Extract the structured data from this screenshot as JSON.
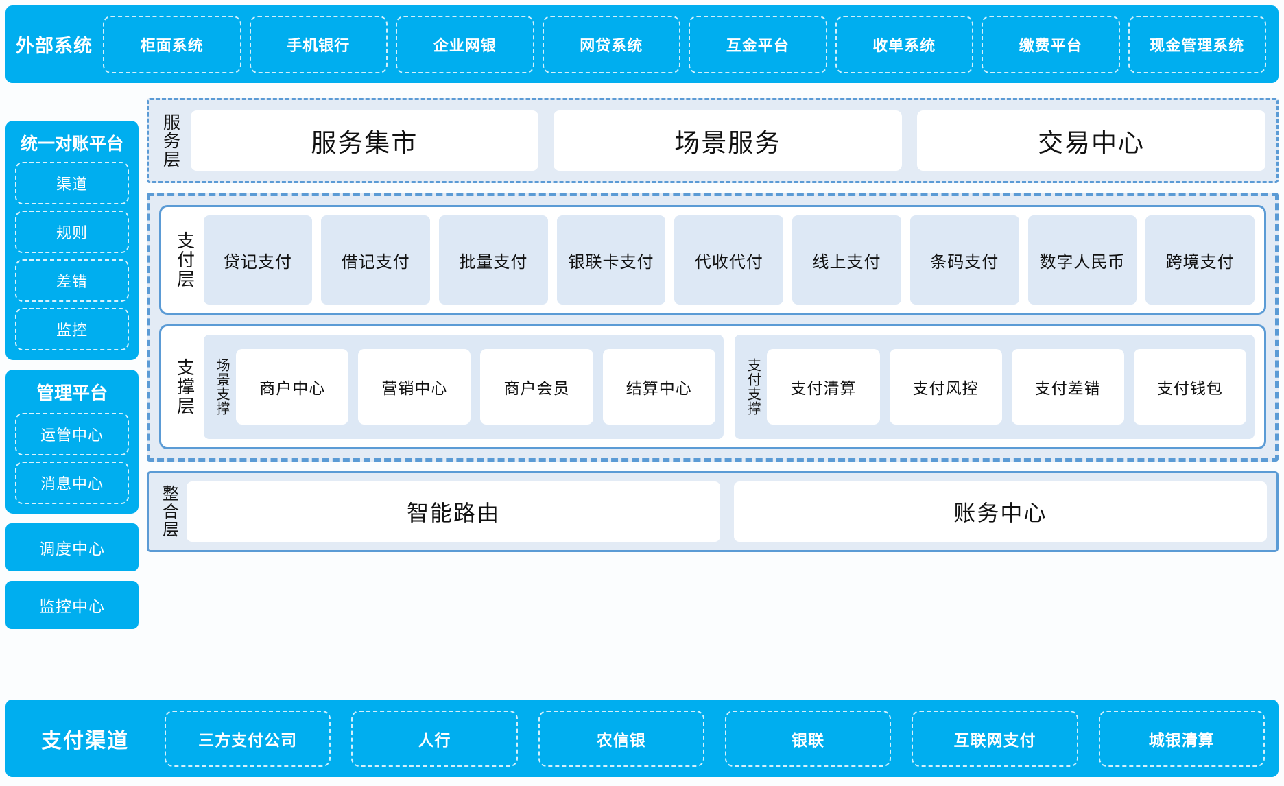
{
  "colors": {
    "brand_blue": "#00AEEF",
    "panel_bg": "#e3ebf5",
    "card_blue": "#dde8f5",
    "border_blue": "#5b9bd5",
    "page_bg": "#fbfdfe",
    "text_dark": "#111111",
    "text_light": "#ffffff"
  },
  "external_systems": {
    "title": "外部系统",
    "items": [
      {
        "label": "柜面系统"
      },
      {
        "label": "手机银行"
      },
      {
        "label": "企业网银"
      },
      {
        "label": "网贷系统"
      },
      {
        "label": "互金平台"
      },
      {
        "label": "收单系统"
      },
      {
        "label": "缴费平台"
      },
      {
        "label": "现金管理系统"
      }
    ]
  },
  "left_column": {
    "panels": [
      {
        "title": "统一对账平台",
        "items": [
          {
            "label": "渠道"
          },
          {
            "label": "规则"
          },
          {
            "label": "差错"
          },
          {
            "label": "监控"
          }
        ]
      },
      {
        "title": "管理平台",
        "items": [
          {
            "label": "运管中心"
          },
          {
            "label": "消息中心"
          }
        ]
      }
    ],
    "solid_blocks": [
      {
        "label": "调度中心"
      },
      {
        "label": "监控中心"
      }
    ]
  },
  "service_layer": {
    "label": "服务层",
    "cards": [
      {
        "label": "服务集市"
      },
      {
        "label": "场景服务"
      },
      {
        "label": "交易中心"
      }
    ]
  },
  "payment_layer": {
    "label": "支付层",
    "cards": [
      {
        "label": "贷记支付"
      },
      {
        "label": "借记支付"
      },
      {
        "label": "批量支付"
      },
      {
        "label": "银联卡支付"
      },
      {
        "label": "代收代付"
      },
      {
        "label": "线上支付"
      },
      {
        "label": "条码支付"
      },
      {
        "label": "数字人民币"
      },
      {
        "label": "跨境支付"
      }
    ]
  },
  "support_layer": {
    "label": "支撑层",
    "groups": [
      {
        "label": "场景支撑",
        "cards": [
          {
            "label": "商户中心"
          },
          {
            "label": "营销中心"
          },
          {
            "label": "商户会员"
          },
          {
            "label": "结算中心"
          }
        ]
      },
      {
        "label": "支付支撑",
        "cards": [
          {
            "label": "支付清算"
          },
          {
            "label": "支付风控"
          },
          {
            "label": "支付差错"
          },
          {
            "label": "支付钱包"
          }
        ]
      }
    ]
  },
  "integration_layer": {
    "label": "整合层",
    "cards": [
      {
        "label": "智能路由"
      },
      {
        "label": "账务中心"
      }
    ]
  },
  "payment_channels": {
    "title": "支付渠道",
    "items": [
      {
        "label": "三方支付公司"
      },
      {
        "label": "人行"
      },
      {
        "label": "农信银"
      },
      {
        "label": "银联"
      },
      {
        "label": "互联网支付"
      },
      {
        "label": "城银清算"
      }
    ]
  }
}
